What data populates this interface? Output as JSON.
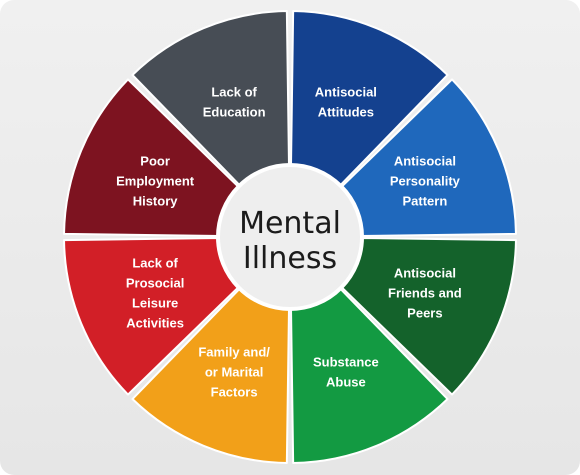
{
  "center": {
    "line1": "Mental",
    "line2": "Illness"
  },
  "segments": [
    {
      "id": "antisocial-attitudes",
      "lines": [
        "Antisocial",
        "Attitudes"
      ],
      "color": "#14418f"
    },
    {
      "id": "antisocial-personality-pattern",
      "lines": [
        "Antisocial",
        "Personality",
        "Pattern"
      ],
      "color": "#1f68bc"
    },
    {
      "id": "antisocial-friends-and-peers",
      "lines": [
        "Antisocial",
        "Friends and",
        "Peers"
      ],
      "color": "#14622b"
    },
    {
      "id": "substance-abuse",
      "lines": [
        "Substance",
        "Abuse"
      ],
      "color": "#139a42"
    },
    {
      "id": "family-marital-factors",
      "lines": [
        "Family and/",
        "or Marital",
        "Factors"
      ],
      "color": "#f2a019"
    },
    {
      "id": "lack-of-prosocial-leisure-activities",
      "lines": [
        "Lack of",
        "Prosocial",
        "Leisure",
        "Activities"
      ],
      "color": "#d21f27"
    },
    {
      "id": "poor-employment-history",
      "lines": [
        "Poor",
        "Employment",
        "History"
      ],
      "color": "#7d1320"
    },
    {
      "id": "lack-of-education",
      "lines": [
        "Lack of",
        "Education"
      ],
      "color": "#474d55"
    }
  ]
}
